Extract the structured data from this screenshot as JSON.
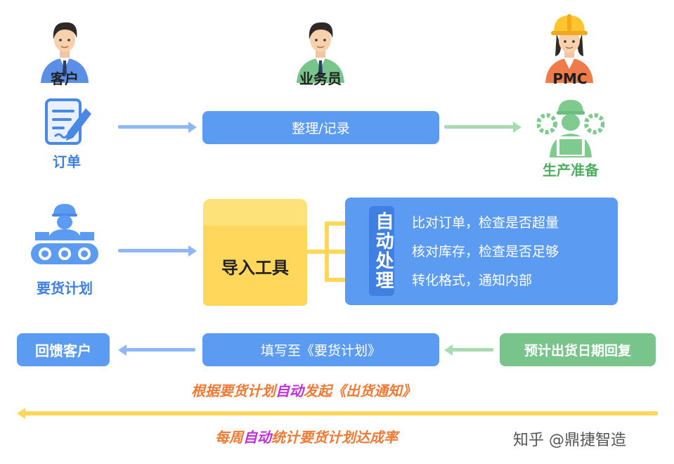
{
  "roles": {
    "customer": "客户",
    "salesperson": "业务员",
    "pmc": "PMC"
  },
  "row1": {
    "order_label": "订单",
    "process_box": "整理/记录",
    "target_label": "生产准备"
  },
  "row2": {
    "plan_label": "要货计划",
    "tool_box": "导入工具",
    "auto_title": "自动处理",
    "auto_items": [
      "比对订单，检查是否超量",
      "核对库存，检查是否足够",
      "转化格式，通知内部"
    ]
  },
  "row3": {
    "reply_customer": "回馈客户",
    "fill_plan": "填写至《要货计划》",
    "ship_date": "预计出货日期回复"
  },
  "slogans": {
    "line1_a": "根据要货计划",
    "line1_hl": "自动",
    "line1_b": "发起《出货通知》",
    "line2_a": "每周",
    "line2_hl": "自动",
    "line2_b": "统计要货计划达成率"
  },
  "watermark": "知乎 @鼎捷智造",
  "colors": {
    "blue": "#5b9cf2",
    "green": "#79c48a",
    "yellow": "#ffd966",
    "orange": "#ef7a34",
    "purple": "#c02fd8"
  }
}
